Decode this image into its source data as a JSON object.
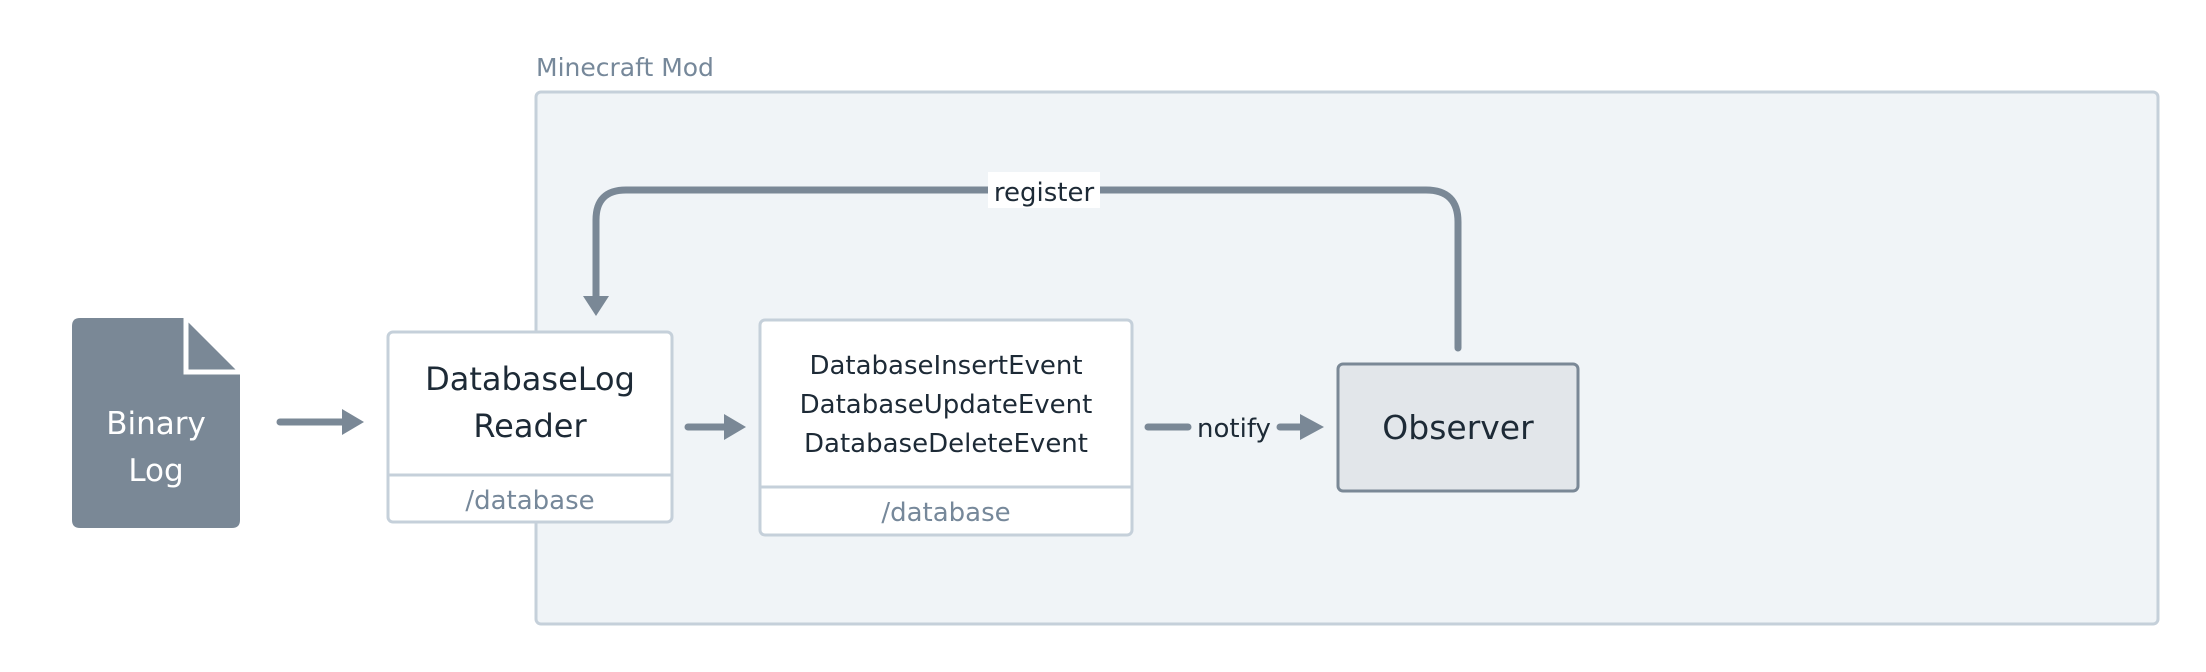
{
  "container": {
    "title": "Minecraft Mod"
  },
  "nodes": {
    "binary_log": {
      "lines": [
        "Binary",
        "Log"
      ]
    },
    "reader": {
      "lines": [
        "DatabaseLog",
        "Reader"
      ],
      "path": "/database"
    },
    "events": {
      "lines": [
        "DatabaseInsertEvent",
        "DatabaseUpdateEvent",
        "DatabaseDeleteEvent"
      ],
      "path": "/database"
    },
    "observer": {
      "label": "Observer"
    }
  },
  "edges": {
    "register": "register",
    "notify": "notify"
  },
  "colors": {
    "container_fill": "#f0f4f7",
    "container_stroke": "#c5d0da",
    "slate": "#7a8896",
    "box_stroke": "#c5d0da",
    "text_dark": "#1d2a36",
    "text_muted": "#76889a",
    "observer_fill": "#e2e6ea",
    "observer_stroke": "#7a8896"
  }
}
